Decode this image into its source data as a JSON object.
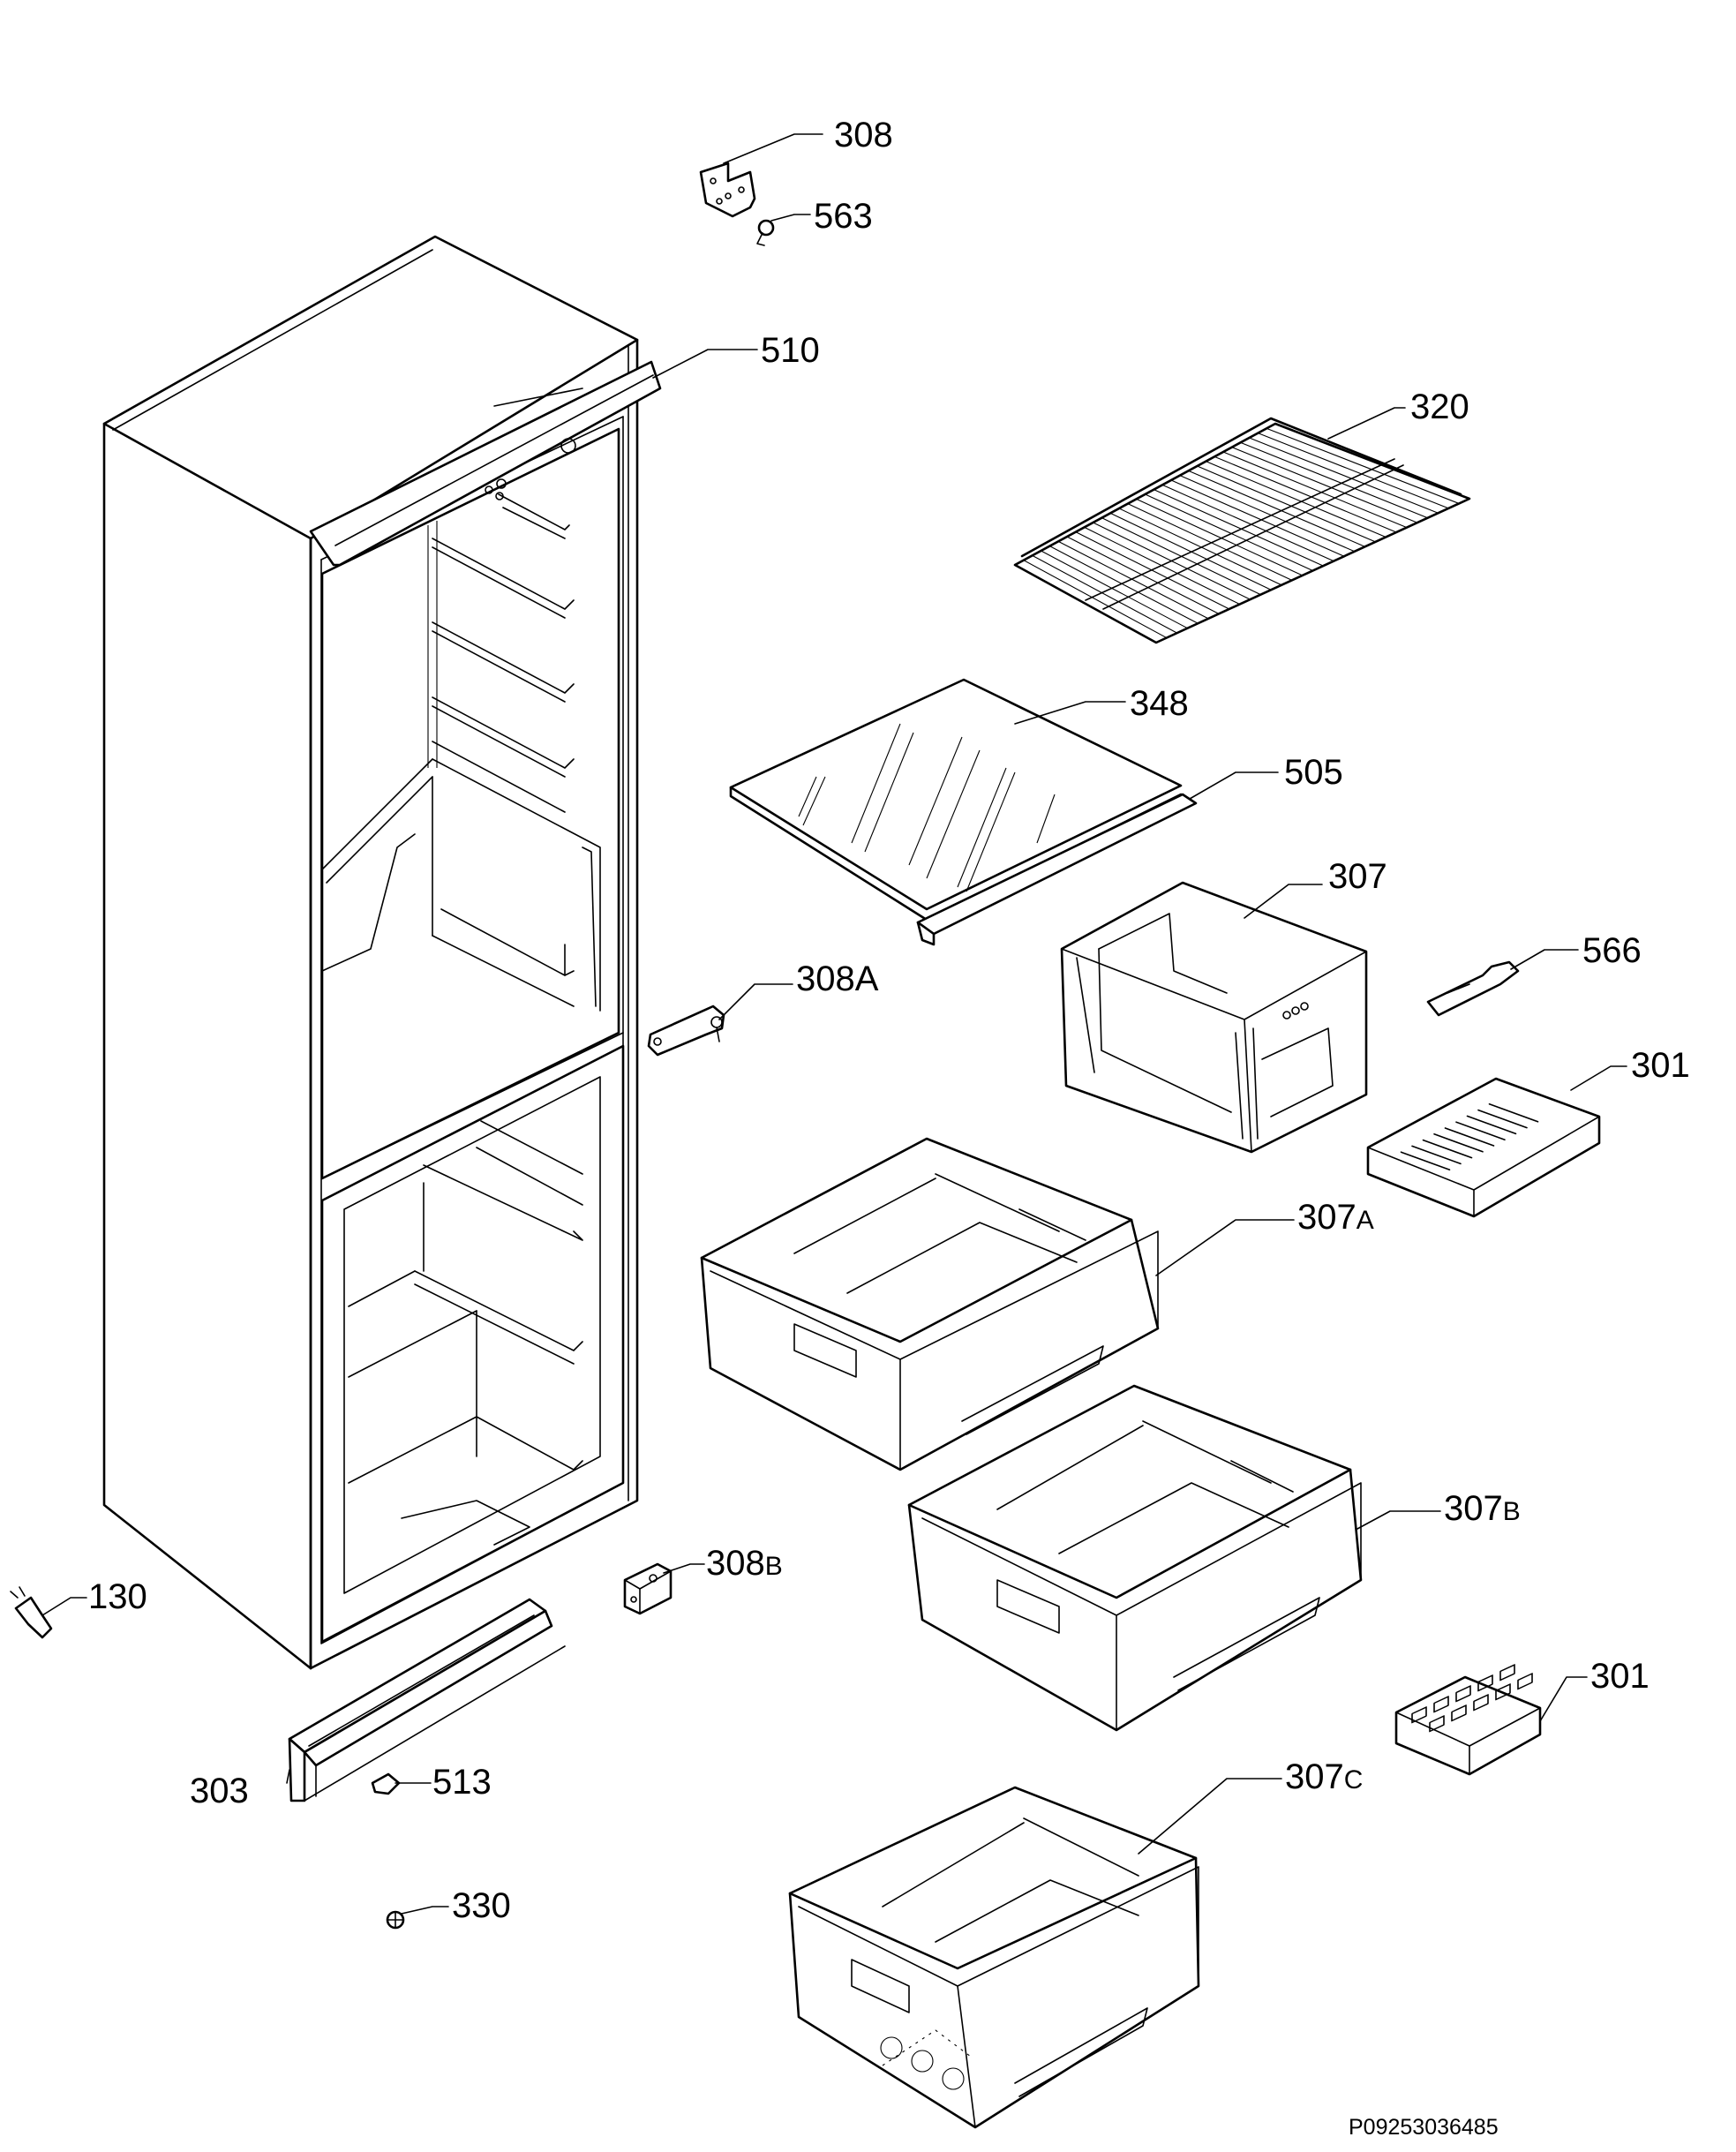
{
  "diagram_code": "P09253036485",
  "callouts": [
    {
      "id": "c308",
      "num": "308",
      "suffix": ""
    },
    {
      "id": "c563",
      "num": "563",
      "suffix": ""
    },
    {
      "id": "c510",
      "num": "510",
      "suffix": ""
    },
    {
      "id": "c320",
      "num": "320",
      "suffix": ""
    },
    {
      "id": "c348",
      "num": "348",
      "suffix": ""
    },
    {
      "id": "c505",
      "num": "505",
      "suffix": ""
    },
    {
      "id": "c307",
      "num": "307",
      "suffix": ""
    },
    {
      "id": "c566",
      "num": "566",
      "suffix": ""
    },
    {
      "id": "c308a",
      "num": "308",
      "suffix": "A"
    },
    {
      "id": "c301a",
      "num": "301",
      "suffix": ""
    },
    {
      "id": "c307a",
      "num": "307",
      "suffix": "A"
    },
    {
      "id": "c307b",
      "num": "307",
      "suffix": "B"
    },
    {
      "id": "c308b",
      "num": "308",
      "suffix": "B"
    },
    {
      "id": "c130",
      "num": "130",
      "suffix": ""
    },
    {
      "id": "c301b",
      "num": "301",
      "suffix": ""
    },
    {
      "id": "c303",
      "num": "303",
      "suffix": ""
    },
    {
      "id": "c513",
      "num": "513",
      "suffix": ""
    },
    {
      "id": "c307c",
      "num": "307",
      "suffix": "C"
    },
    {
      "id": "c330",
      "num": "330",
      "suffix": ""
    }
  ]
}
